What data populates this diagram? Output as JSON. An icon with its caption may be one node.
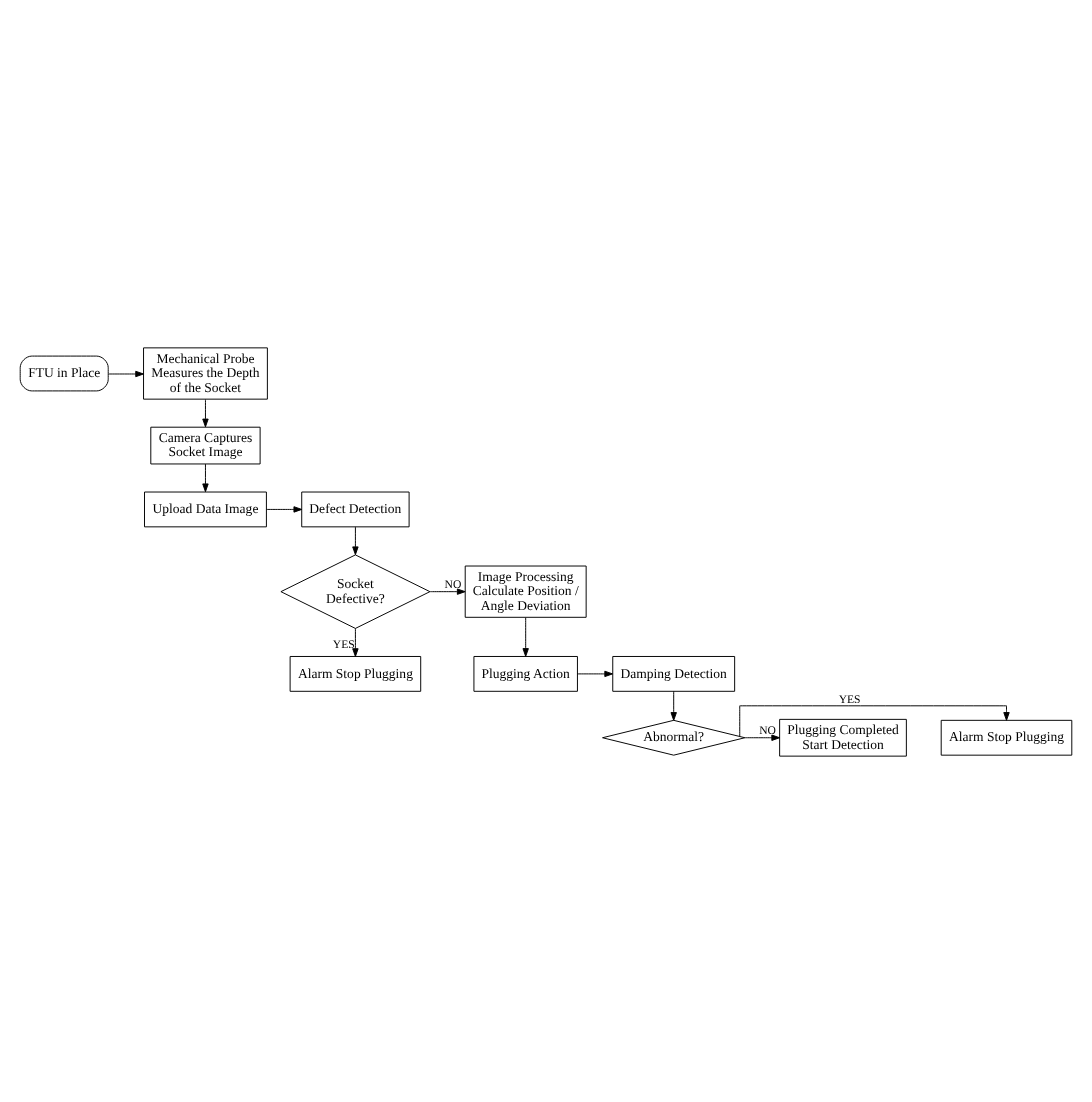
{
  "diagram": {
    "nodes": [
      {
        "text": [
          "FTU in Place"
        ]
      },
      {
        "text": [
          "Mechanical Probe Measures the Depth of the Socket"
        ]
      },
      {
        "text": [
          "Camera Captures Socket Image"
        ]
      },
      {
        "text": [
          "Upload Data Image"
        ]
      },
      {
        "text": [
          "Defect Detection"
        ]
      },
      {
        "text": [
          "Socket Defective?"
        ]
      },
      {
        "text": [
          "Image Processing Calculate Position / Angle Deviation"
        ]
      },
      {
        "text": [
          "Alarm Stop Plugging"
        ]
      },
      {
        "text": [
          "Plugging Action"
        ]
      },
      {
        "text": [
          "Damping Detection"
        ]
      },
      {
        "text": [
          "Abnormal?"
        ]
      },
      {
        "text": [
          "Alarm Stop Plugging"
        ]
      },
      {
        "text": [
          "Plugging Completed Start Detection"
        ]
      }
    ],
    "edges": [
      {
        "from": 0,
        "to": 1,
        "arrow": "to"
      },
      {
        "from": 1,
        "to": 2,
        "arrow": "to"
      },
      {
        "from": 2,
        "to": 3,
        "arrow": "to"
      },
      {
        "from": 3,
        "to": 4,
        "arrow": "to"
      },
      {
        "from": 4,
        "to": 5,
        "arrow": "to"
      },
      {
        "from": 5,
        "to": 6,
        "arrow": "to",
        "label": "NO"
      },
      {
        "from": 5,
        "to": 7,
        "arrow": "to",
        "label": "YES"
      },
      {
        "from": 6,
        "to": 8,
        "arrow": "to"
      },
      {
        "from": 8,
        "to": 9,
        "arrow": "to"
      },
      {
        "from": 9,
        "to": 10,
        "arrow": "to"
      },
      {
        "from": 10,
        "to": 11,
        "arrow": "to",
        "label": "YES"
      },
      {
        "from": 10,
        "to": 12,
        "arrow": "to",
        "label": "NO"
      }
    ]
  }
}
